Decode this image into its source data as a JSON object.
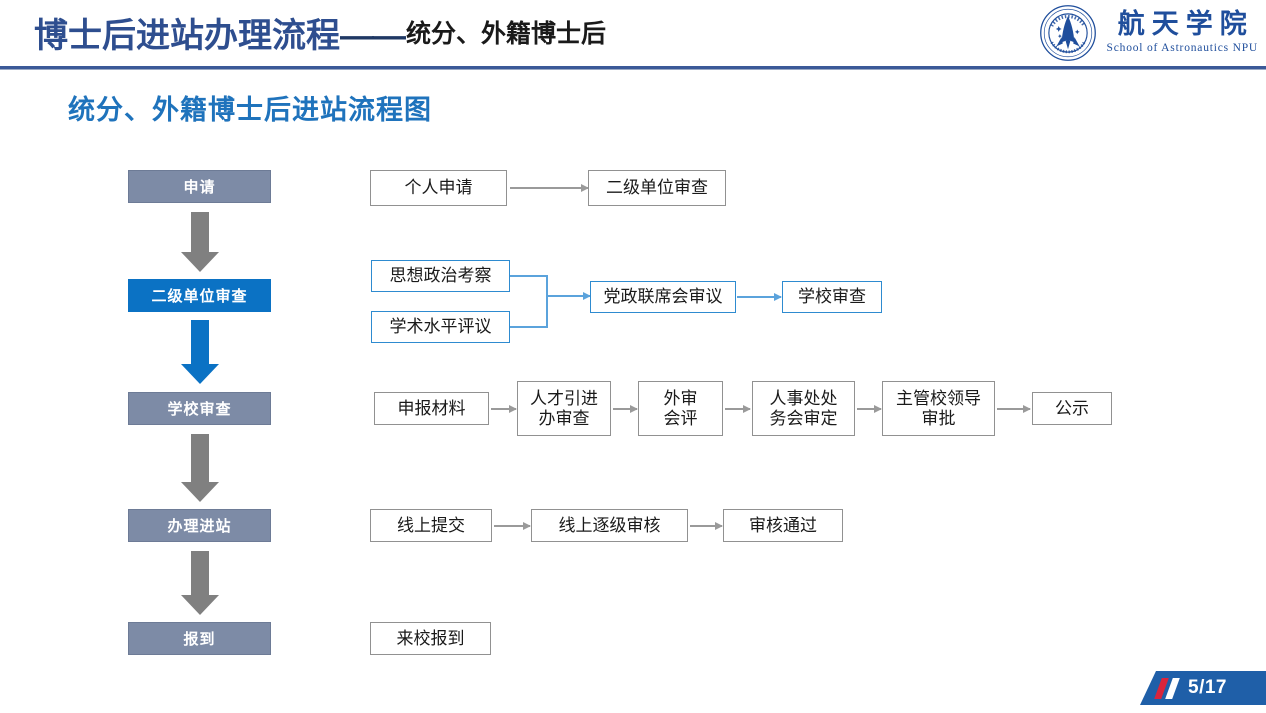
{
  "header": {
    "title_main": "博士后进站办理流程",
    "title_dash": "——",
    "title_sub": "统分、外籍博士后",
    "rule_color": "#3B5998"
  },
  "logo": {
    "icon": "npu-astronautics-emblem-icon",
    "name_cn": "航天学院",
    "name_en": "School of Astronautics NPU",
    "color": "#1F4E9C"
  },
  "subtitle": "统分、外籍博士后进站流程图",
  "colors": {
    "stage_gray": "#7D8BA6",
    "stage_blue": "#0B72C4",
    "arrow_gray": "#808080",
    "arrow_blue": "#0B72C4",
    "node_border_gray": "#919191",
    "node_border_blue": "#2E8BD0",
    "connector_gray": "#9A9A9A",
    "connector_blue": "#5BA3DC",
    "title_blue": "#2E4E8F",
    "subtitle_blue": "#1F73BC"
  },
  "stages": [
    {
      "label": "申请",
      "style": "gray"
    },
    {
      "label": "二级单位审查",
      "style": "blue"
    },
    {
      "label": "学校审查",
      "style": "gray"
    },
    {
      "label": "办理进站",
      "style": "gray"
    },
    {
      "label": "报到",
      "style": "gray"
    }
  ],
  "stage_arrows": [
    {
      "style": "gray"
    },
    {
      "style": "blue"
    },
    {
      "style": "gray"
    },
    {
      "style": "gray"
    }
  ],
  "rows": [
    {
      "name": "apply-row",
      "nodes": [
        {
          "label": "个人申请",
          "style": "gray"
        },
        {
          "label": "二级单位审查",
          "style": "gray"
        }
      ]
    },
    {
      "name": "department-review-row",
      "nodes": [
        {
          "label": "思想政治考察",
          "style": "blue"
        },
        {
          "label": "学术水平评议",
          "style": "blue"
        },
        {
          "label": "党政联席会审议",
          "style": "blue"
        },
        {
          "label": "学校审查",
          "style": "blue"
        }
      ]
    },
    {
      "name": "school-review-row",
      "nodes": [
        {
          "label": "申报材料",
          "style": "gray"
        },
        {
          "label": "人才引进\n办审查",
          "style": "gray"
        },
        {
          "label": "外审\n会评",
          "style": "gray"
        },
        {
          "label": "人事处处\n务会审定",
          "style": "gray"
        },
        {
          "label": "主管校领导\n审批",
          "style": "gray"
        },
        {
          "label": "公示",
          "style": "gray"
        }
      ]
    },
    {
      "name": "onboarding-row",
      "nodes": [
        {
          "label": "线上提交",
          "style": "gray"
        },
        {
          "label": "线上逐级审核",
          "style": "gray"
        },
        {
          "label": "审核通过",
          "style": "gray"
        }
      ]
    },
    {
      "name": "report-row",
      "nodes": [
        {
          "label": "来校报到",
          "style": "gray"
        }
      ]
    }
  ],
  "page": {
    "number": "5/17",
    "badge_color": "#1F5FA8",
    "slash_red": "#D9253C"
  }
}
